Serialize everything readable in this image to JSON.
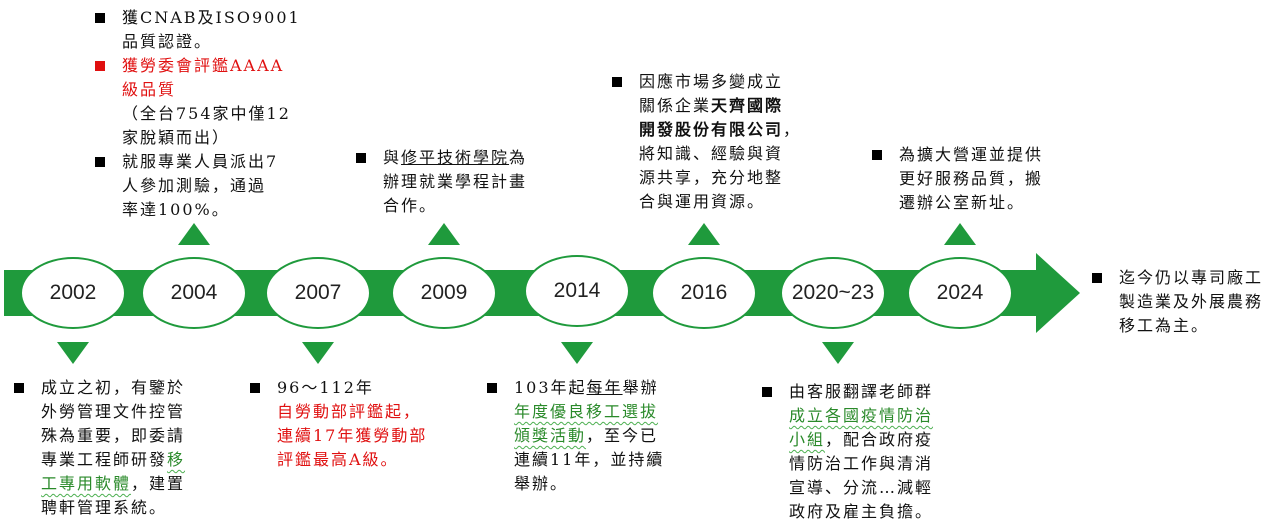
{
  "colors": {
    "band": "#1f9a3c",
    "red": "#e01010",
    "green": "#2a8a2a"
  },
  "years": [
    "2002",
    "2004",
    "2007",
    "2009",
    "2014",
    "2016",
    "2020~23",
    "2024"
  ],
  "blocks": [
    {
      "id": "2004",
      "items": [
        {
          "lines": [
            [
              {
                "t": "獲CNAB及ISO9001"
              }
            ],
            [
              {
                "t": "品質認證。"
              }
            ]
          ]
        },
        {
          "red": true,
          "lines": [
            [
              {
                "t": "獲勞委會評鑑AAAA",
                "s": "red"
              }
            ],
            [
              {
                "t": "級品質",
                "s": "red"
              }
            ],
            [
              {
                "t": "（全台754家中僅12"
              }
            ],
            [
              {
                "t": "家脫穎而出）"
              }
            ]
          ]
        },
        {
          "lines": [
            [
              {
                "t": "就服專業人員派出7"
              }
            ],
            [
              {
                "t": "人參加測驗，通過"
              }
            ],
            [
              {
                "t": "率達100%。"
              }
            ]
          ]
        }
      ]
    },
    {
      "id": "2009",
      "items": [
        {
          "lines": [
            [
              {
                "t": "與"
              },
              {
                "t": "修平技術學院",
                "s": "u"
              },
              {
                "t": "為"
              }
            ],
            [
              {
                "t": "辦理就業學程計畫"
              }
            ],
            [
              {
                "t": "合作。"
              }
            ]
          ]
        }
      ]
    },
    {
      "id": "2016",
      "items": [
        {
          "lines": [
            [
              {
                "t": "因應市場多變成立"
              }
            ],
            [
              {
                "t": "關係企業"
              },
              {
                "t": "天齊國際",
                "s": "b"
              }
            ],
            [
              {
                "t": "開發股份有限公司",
                "s": "b"
              },
              {
                "t": "，"
              }
            ],
            [
              {
                "t": "將知識、經驗與資"
              }
            ],
            [
              {
                "t": "源共享，充分地整"
              }
            ],
            [
              {
                "t": "合與運用資源。"
              }
            ]
          ]
        }
      ]
    },
    {
      "id": "2024",
      "items": [
        {
          "lines": [
            [
              {
                "t": "為擴大營運並提供"
              }
            ],
            [
              {
                "t": "更好服務品質，搬"
              }
            ],
            [
              {
                "t": "遷辦公室新址。"
              }
            ]
          ]
        }
      ]
    },
    {
      "id": "now",
      "items": [
        {
          "lines": [
            [
              {
                "t": "迄今仍以專司廠工"
              }
            ],
            [
              {
                "t": "製造業及外展農務"
              }
            ],
            [
              {
                "t": "移工為主。"
              }
            ]
          ]
        }
      ]
    },
    {
      "id": "2002",
      "items": [
        {
          "lines": [
            [
              {
                "t": "成立之初，有鑒於"
              }
            ],
            [
              {
                "t": "外勞管理文件控管"
              }
            ],
            [
              {
                "t": "殊為重要，即委請"
              }
            ],
            [
              {
                "t": "專業工程師研發"
              },
              {
                "t": "移",
                "s": "green"
              }
            ],
            [
              {
                "t": "工專用軟體",
                "s": "green"
              },
              {
                "t": "，建置"
              }
            ],
            [
              {
                "t": "聘軒管理系統。"
              }
            ]
          ]
        }
      ]
    },
    {
      "id": "2007",
      "items": [
        {
          "lines": [
            [
              {
                "t": "96～112年"
              }
            ],
            [
              {
                "t": "自勞動部評鑑起，",
                "s": "red"
              }
            ],
            [
              {
                "t": "連續17年獲勞動部",
                "s": "red"
              }
            ],
            [
              {
                "t": "評鑑最高A級。",
                "s": "red"
              }
            ]
          ]
        }
      ]
    },
    {
      "id": "2014",
      "items": [
        {
          "lines": [
            [
              {
                "t": "103年起"
              },
              {
                "t": "每年",
                "s": "u"
              },
              {
                "t": "舉辦"
              }
            ],
            [
              {
                "t": "年度優良移工選拔",
                "s": "green"
              }
            ],
            [
              {
                "t": "頒獎活動",
                "s": "green"
              },
              {
                "t": "，至今已"
              }
            ],
            [
              {
                "t": "連續11年，並持續"
              }
            ],
            [
              {
                "t": "舉辦。"
              }
            ]
          ]
        }
      ]
    },
    {
      "id": "2020",
      "items": [
        {
          "lines": [
            [
              {
                "t": "由客服翻譯老師群"
              }
            ],
            [
              {
                "t": "成立各國疫情防治",
                "s": "green"
              }
            ],
            [
              {
                "t": "小組",
                "s": "green"
              },
              {
                "t": "，配合政府疫"
              }
            ],
            [
              {
                "t": "情防治工作與清消"
              }
            ],
            [
              {
                "t": "宣導、分流…減輕"
              }
            ],
            [
              {
                "t": "政府及雇主負擔。"
              }
            ]
          ]
        }
      ]
    }
  ]
}
